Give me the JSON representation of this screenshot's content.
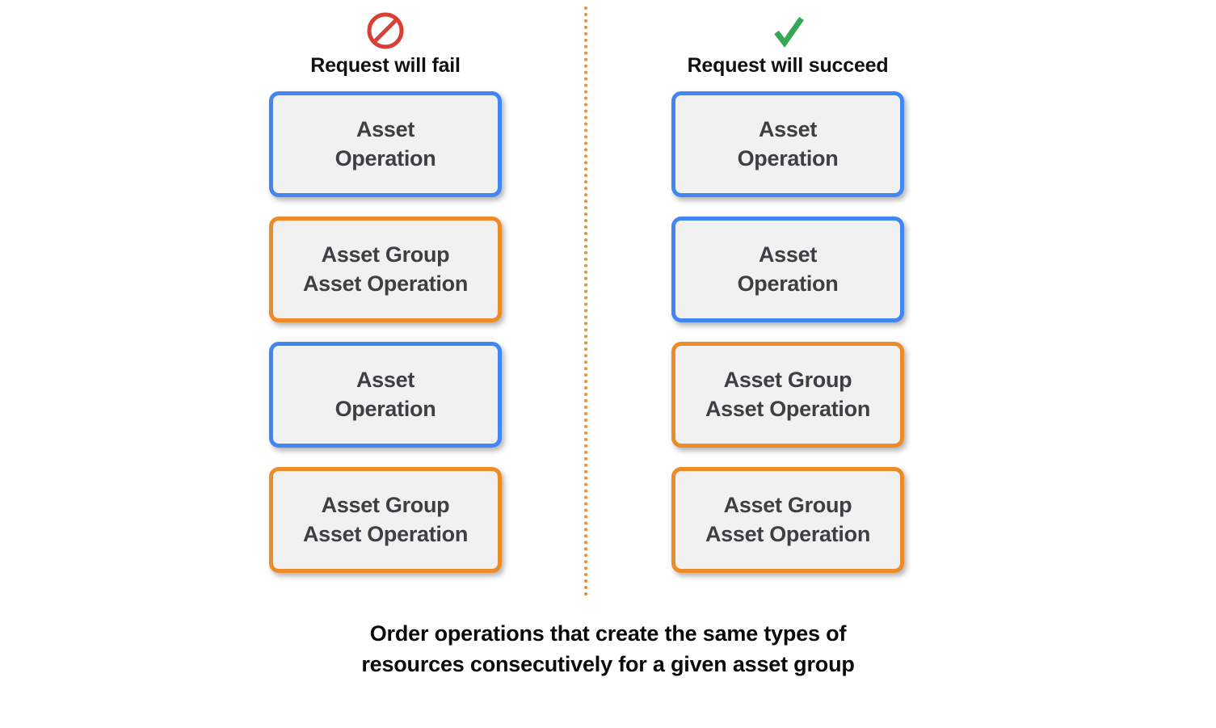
{
  "diagram": {
    "colors": {
      "asset_border": "#4285F4",
      "asset_group_border": "#EF8B27",
      "box_fill": "#F1F1F1",
      "box_text": "#3D4043",
      "divider": "#E8913A",
      "fail_icon": "#D93F35",
      "succeed_icon": "#34A853",
      "caption_text": "#0A0A0A",
      "background": "#FFFFFF"
    },
    "columns": [
      {
        "id": "fail",
        "icon": "prohibited-icon",
        "header": "Request will fail",
        "boxes": [
          {
            "kind": "asset",
            "label": "Asset\nOperation"
          },
          {
            "kind": "asset_group",
            "label": "Asset Group\nAsset Operation"
          },
          {
            "kind": "asset",
            "label": "Asset\nOperation"
          },
          {
            "kind": "asset_group",
            "label": "Asset Group\nAsset Operation"
          }
        ]
      },
      {
        "id": "succeed",
        "icon": "checkmark-icon",
        "header": "Request will succeed",
        "boxes": [
          {
            "kind": "asset",
            "label": "Asset\nOperation"
          },
          {
            "kind": "asset",
            "label": "Asset\nOperation"
          },
          {
            "kind": "asset_group",
            "label": "Asset Group\nAsset Operation"
          },
          {
            "kind": "asset_group",
            "label": "Asset Group\nAsset Operation"
          }
        ]
      }
    ],
    "caption": "Order operations that create the same types of\nresources consecutively for a given asset group"
  }
}
